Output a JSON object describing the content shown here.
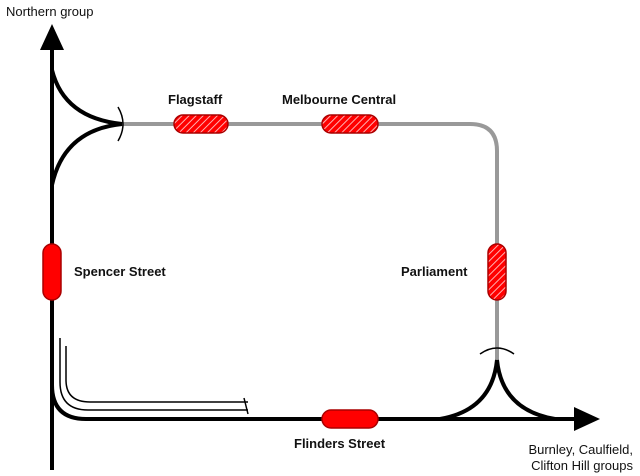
{
  "title": "",
  "colors": {
    "underground_track": "#999999",
    "surface_track": "#000000",
    "station_fill": "#ff0000",
    "station_stroke": "#aa0000",
    "underground_hatch": "#ffffff"
  },
  "stations": [
    {
      "id": "flagstaff",
      "label": "Flagstaff",
      "underground": true
    },
    {
      "id": "melbourne-central",
      "label": "Melbourne Central",
      "underground": true
    },
    {
      "id": "parliament",
      "label": "Parliament",
      "underground": true
    },
    {
      "id": "spencer-street",
      "label": "Spencer Street",
      "underground": false
    },
    {
      "id": "flinders-street",
      "label": "Flinders Street",
      "underground": false
    }
  ],
  "destinations": {
    "north": "Northern group",
    "east_line1": "Burnley, Caulfield,",
    "east_line2": "Clifton Hill groups"
  }
}
